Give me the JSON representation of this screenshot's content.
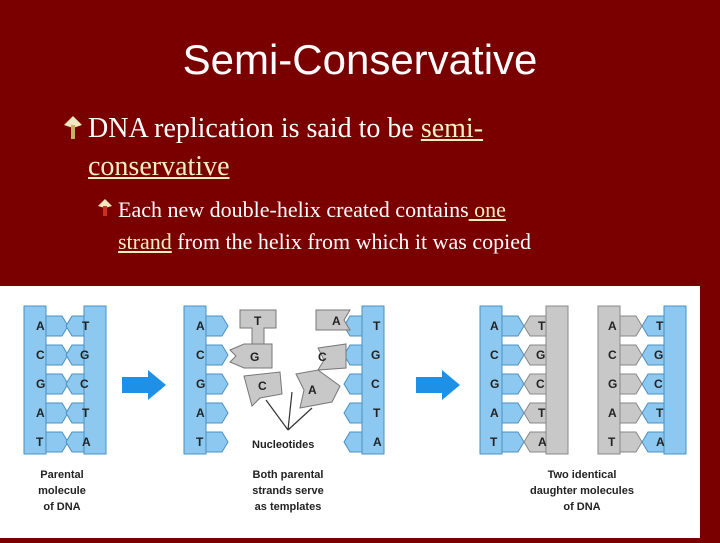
{
  "title": "Semi-Conservative",
  "bullet1": {
    "text": "DNA replication is said to be ",
    "highlight1": "semi-",
    "highlight2": "conservative"
  },
  "bullet2": {
    "text_a": "Each new double-helix created contains",
    "highlight1": " one",
    "highlight2": "strand",
    "text_b": " from the helix from which it was copied"
  },
  "diagram": {
    "parental_left": [
      "A",
      "C",
      "G",
      "A",
      "T"
    ],
    "parental_right": [
      "T",
      "G",
      "C",
      "T",
      "A"
    ],
    "free_nucleotides": [
      "T",
      "A",
      "G",
      "C",
      "C",
      "A"
    ],
    "nucleotides_label": "Nucleotides",
    "captions": {
      "parental_1": "Parental",
      "parental_2": "molecule",
      "parental_3": "of DNA",
      "both_1": "Both parental",
      "both_2": "strands serve",
      "both_3": "as templates",
      "daughter_1": "Two identical",
      "daughter_2": "daughter molecules",
      "daughter_3": "of DNA"
    },
    "colors": {
      "strand": "#8cc8f0",
      "new_strand": "#c8c8c8",
      "arrow": "#1e90e6",
      "background": "#7a0000"
    }
  }
}
